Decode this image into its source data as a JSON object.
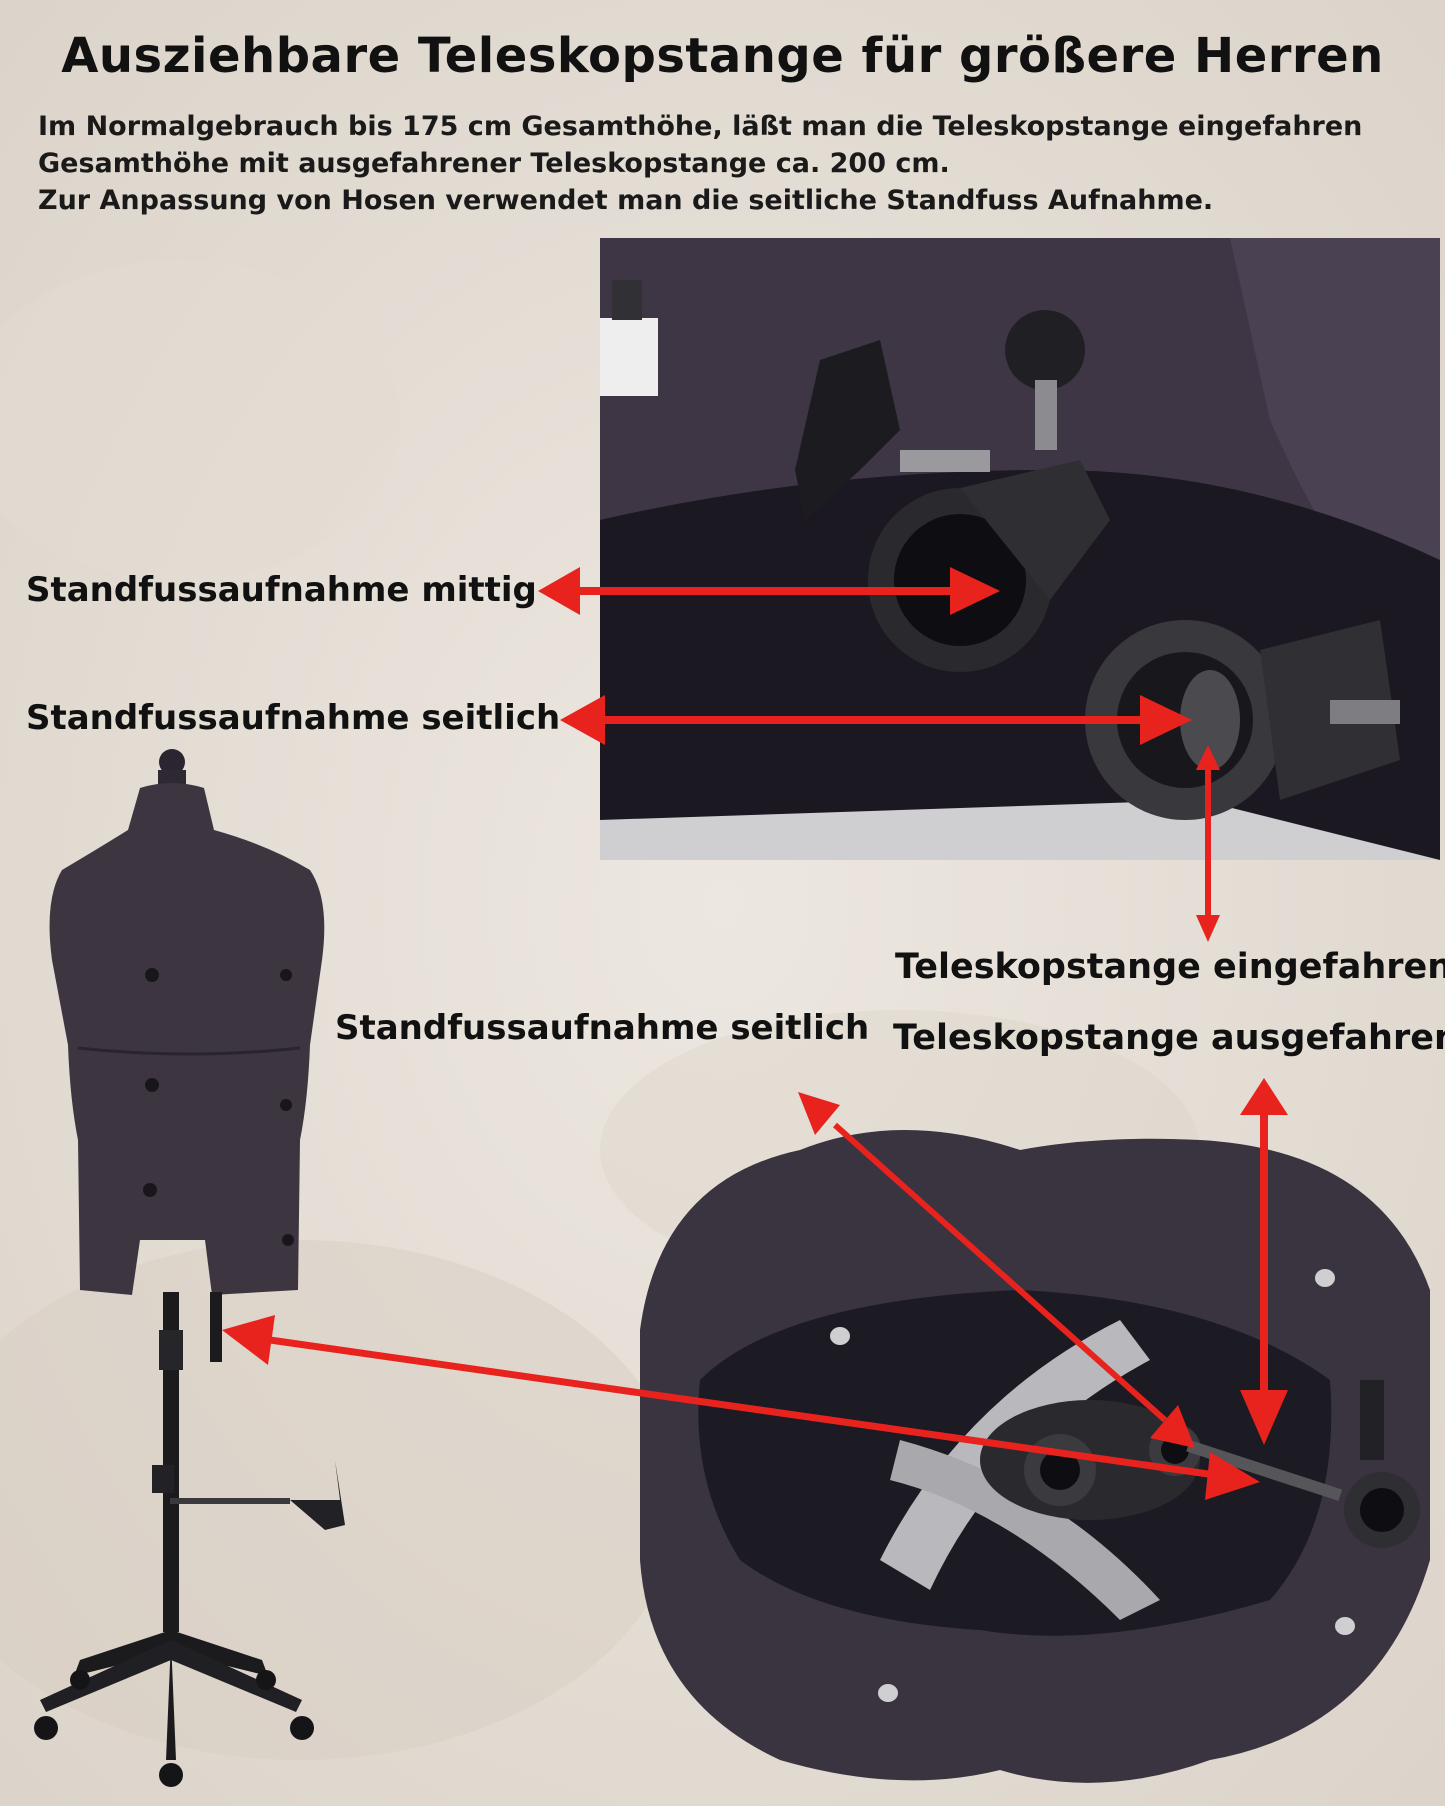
{
  "title": "Ausziehbare Teleskopstange für größere Herren",
  "intro": {
    "line1": "Im Normalgebrauch bis 175 cm Gesamthöhe, läßt man die Teleskopstange eingefahren",
    "line2": "Gesamthöhe mit ausgefahrener Teleskopstange ca. 200 cm.",
    "line3": "Zur Anpassung von Hosen verwendet man die seitliche Standfuss Aufnahme."
  },
  "labels": {
    "mount_center": "Standfussaufnahme mittig",
    "mount_side": "Standfussaufnahme seitlich",
    "tele_retracted": "Teleskopstange eingefahren",
    "mount_side_bottom": "Standfussaufnahme seitlich",
    "tele_extended": "Teleskopstange ausgefahren"
  },
  "colors": {
    "arrow": "#e8231d",
    "fabric": "#3d3641",
    "plastic": "#222226",
    "background": "#e8e2da"
  }
}
